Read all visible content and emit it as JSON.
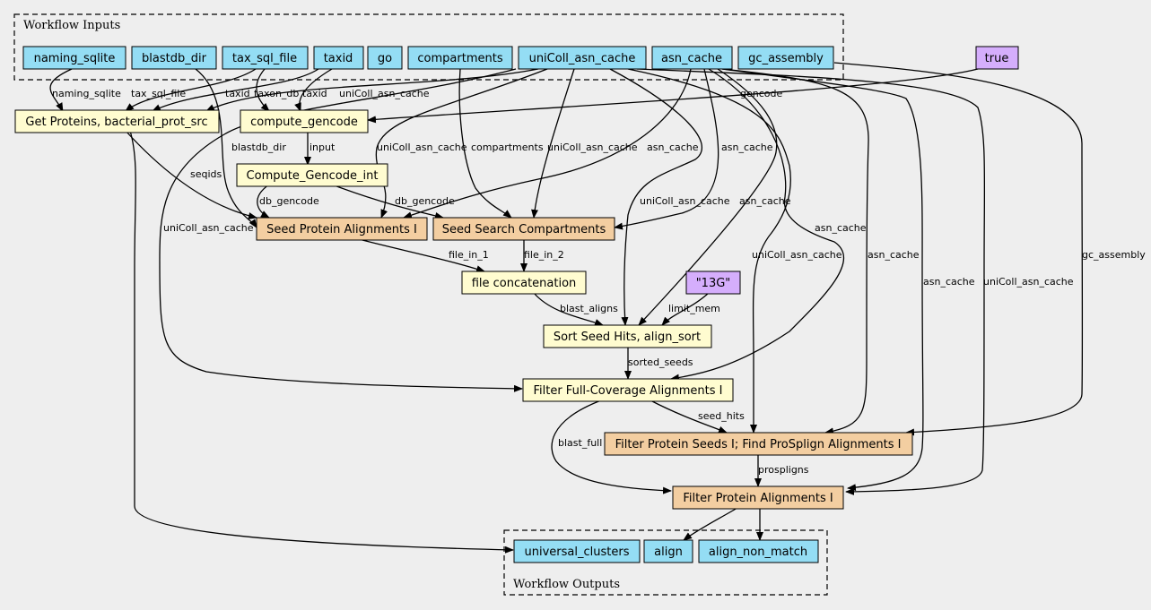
{
  "colors": {
    "background": "#eeeeee",
    "input": "#94ddf4",
    "step": "#fffcd0",
    "subworkflow": "#f3cea1",
    "constant": "#d5aefc",
    "output": "#94ddf4"
  },
  "clusters": {
    "inputs": "Workflow Inputs",
    "outputs": "Workflow Outputs"
  },
  "nodes": {
    "naming_sqlite": "naming_sqlite",
    "blastdb_dir": "blastdb_dir",
    "tax_sql_file": "tax_sql_file",
    "taxid": "taxid",
    "go": "go",
    "compartments": "compartments",
    "uniColl_asn_cache": "uniColl_asn_cache",
    "asn_cache": "asn_cache",
    "gc_assembly": "gc_assembly",
    "true_const": "true",
    "get_proteins": "Get Proteins, bacterial_prot_src",
    "compute_gencode": "compute_gencode",
    "compute_gencode_int": "Compute_Gencode_int",
    "seed_protein": "Seed Protein Alignments I",
    "seed_search": "Seed Search Compartments",
    "file_concat": "file concatenation",
    "mem_const": "\"13G\"",
    "sort_seed": "Sort Seed Hits, align_sort",
    "filter_full": "Filter Full-Coverage Alignments I",
    "filter_seeds": "Filter Protein Seeds I; Find ProSplign Alignments I",
    "filter_protein": "Filter Protein Alignments I",
    "universal_clusters": "universal_clusters",
    "align": "align",
    "align_non_match": "align_non_match"
  },
  "edge_labels": {
    "naming_sqlite": "naming_sqlite",
    "tax_sql_file": "tax_sql_file",
    "taxid_a": "taxid",
    "taxon_db": "taxon_db",
    "taxid_b": "taxid",
    "uniColl_asn_cache_a": "uniColl_asn_cache",
    "gencode": "gencode",
    "blastdb_dir": "blastdb_dir",
    "input": "input",
    "seqids": "seqids",
    "uniColl_asn_cache_b": "uniColl_asn_cache",
    "compartments": "compartments",
    "uniColl_asn_cache_c": "uniColl_asn_cache",
    "asn_cache_a": "asn_cache",
    "asn_cache_b": "asn_cache",
    "db_gencode_a": "db_gencode",
    "db_gencode_b": "db_gencode",
    "uniColl_asn_cache_d": "uniColl_asn_cache",
    "uniColl_asn_cache_e": "uniColl_asn_cache",
    "asn_cache_c": "asn_cache",
    "asn_cache_d": "asn_cache",
    "file_in_1": "file_in_1",
    "file_in_2": "file_in_2",
    "uniColl_asn_cache_f": "uniColl_asn_cache",
    "asn_cache_e": "asn_cache",
    "asn_cache_f": "asn_cache",
    "uniColl_asn_cache_g": "uniColl_asn_cache",
    "gc_assembly": "gc_assembly",
    "blast_aligns": "blast_aligns",
    "limit_mem": "limit_mem",
    "sorted_seeds": "sorted_seeds",
    "seed_hits": "seed_hits",
    "blast_full": "blast_full",
    "prospligns": "prospligns"
  }
}
